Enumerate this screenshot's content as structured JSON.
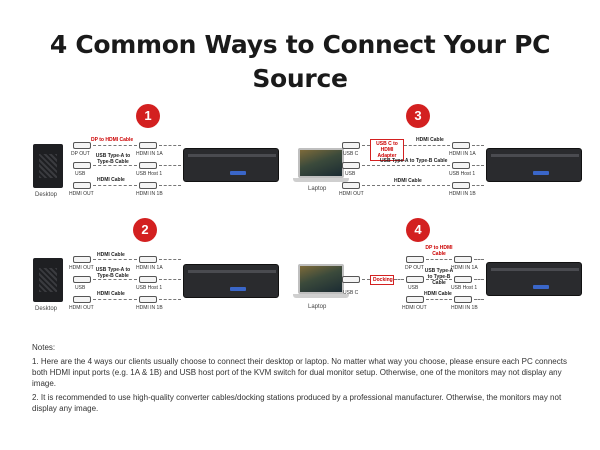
{
  "title_line1": "4 Common Ways to Connect Your PC",
  "title_line2": "Source",
  "panels": {
    "p1": {
      "number": "1",
      "device_label": "Desktop",
      "cable_top": "DP to HDMI Cable",
      "cable_mid": "USB Type-A to Type-B Cable",
      "cable_bot": "HDMI Cable",
      "src_port_top": "DP OUT",
      "src_port_mid": "USB",
      "src_port_bot": "HDMI OUT",
      "dst_port_top": "HDMI IN 1A",
      "dst_port_mid": "USB Host 1",
      "dst_port_bot": "HDMI IN 1B"
    },
    "p2": {
      "number": "2",
      "device_label": "Desktop",
      "cable_top": "HDMI Cable",
      "cable_mid": "USB Type-A to Type-B Cable",
      "cable_bot": "HDMI Cable",
      "src_port_top": "HDMI OUT",
      "src_port_mid": "USB",
      "src_port_bot": "HDMI OUT",
      "dst_port_top": "HDMI IN 1A",
      "dst_port_mid": "USB Host 1",
      "dst_port_bot": "HDMI IN 1B"
    },
    "p3": {
      "number": "3",
      "device_label": "Laptop",
      "adapter": "USB C to HDMI Adapter",
      "cable_top": "HDMI Cable",
      "cable_mid": "USB Type-A to Type-B Cable",
      "cable_bot": "HDMI Cable",
      "src_port_top": "USB C",
      "src_port_mid": "USB",
      "src_port_bot": "HDMI OUT",
      "dst_port_top": "HDMI IN 1A",
      "dst_port_mid": "USB Host 1",
      "dst_port_bot": "HDMI IN 1B"
    },
    "p4": {
      "number": "4",
      "device_label": "Laptop",
      "adapter": "Docking",
      "cable_top": "DP to HDMI Cable",
      "cable_mid": "USB Type-A to Type-B Cable",
      "cable_bot": "HDMI Cable",
      "src_port": "USB C",
      "dock_port_top": "DP OUT",
      "dock_port_mid": "USB",
      "dock_port_bot": "HDMI OUT",
      "dst_port_top": "HDMI IN 1A",
      "dst_port_mid": "USB Host 1",
      "dst_port_bot": "HDMI IN 1B"
    }
  },
  "notes": {
    "heading": "Notes:",
    "note1": "1. Here are the 4 ways our clients usually choose to connect their desktop or laptop. No matter what way you choose, please ensure each PC connects both HDMI input ports (e.g. 1A & 1B) and USB host port of the KVM switch for dual monitor setup. Otherwise, one of the monitors may not display any image.",
    "note2": "2. It is recommended to use high-quality converter cables/docking stations produced by a professional manufacturer. Otherwise, the monitors may not display any image."
  },
  "colors": {
    "accent": "#d32020",
    "device": "#1e1f22"
  }
}
